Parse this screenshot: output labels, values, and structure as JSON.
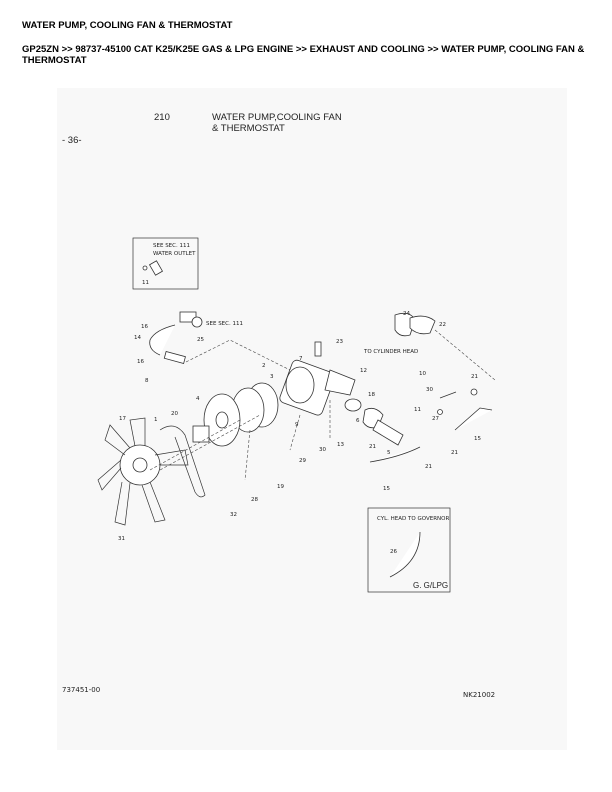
{
  "header": {
    "title": "WATER PUMP, COOLING FAN & THERMOSTAT",
    "breadcrumb": "GP25ZN >> 98737-45100 CAT K25/K25E GAS & LPG ENGINE >> EXHAUST AND COOLING >> WATER PUMP, COOLING FAN & THERMOSTAT"
  },
  "diagram": {
    "page_number": "- 36-",
    "section_number": "210",
    "title_line1": "WATER PUMP,COOLING FAN",
    "title_line2": "& THERMOSTAT",
    "inset_water_outlet": {
      "line1": "SEE SEC. 111",
      "line2": "WATER OUTLET",
      "callout": "11"
    },
    "see_sec": "SEE SEC. 111",
    "to_cylinder_head": "TO CYLINDER HEAD",
    "inset_governor": {
      "title": "CYL. HEAD TO GOVERNOR",
      "callout": "26",
      "variant": "G. G/LPG"
    },
    "callouts": [
      "16",
      "14",
      "16",
      "8",
      "25",
      "23",
      "24",
      "22",
      "7",
      "2",
      "3",
      "12",
      "10",
      "21",
      "30",
      "18",
      "11",
      "27",
      "4",
      "17",
      "1",
      "20",
      "6",
      "9",
      "30",
      "29",
      "13",
      "21",
      "5",
      "21",
      "15",
      "21",
      "15",
      "19",
      "28",
      "32",
      "31"
    ],
    "drawing_number": "737451-00",
    "figure_code": "NK21002"
  }
}
